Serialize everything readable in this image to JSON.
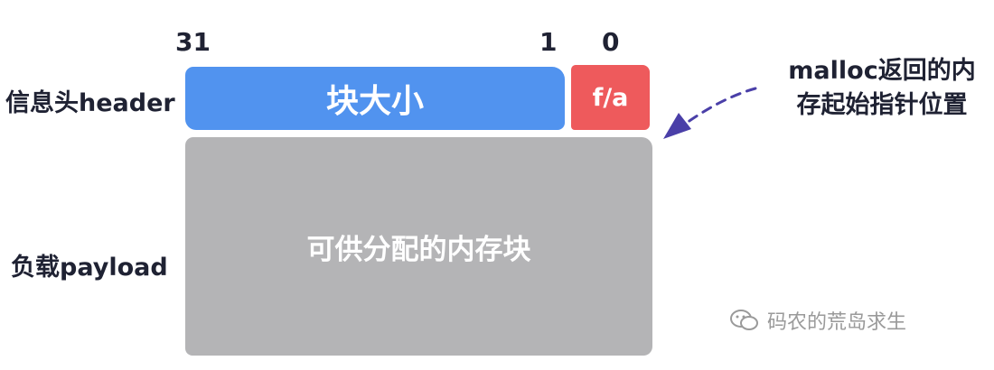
{
  "bits": {
    "high": "31",
    "one": "1",
    "zero": "0"
  },
  "labels": {
    "header": "信息头header",
    "payload": "负载payload"
  },
  "boxes": {
    "size": "块大小",
    "flag": "f/a",
    "payload": "可供分配的内存块"
  },
  "annotation": {
    "line1": "malloc返回的内",
    "line2": "存起始指针位置"
  },
  "watermark": "码农的荒岛求生",
  "colors": {
    "size_box": "#5193ef",
    "flag_box": "#ee5a5c",
    "payload_box": "#b4b4b6",
    "arrow": "#4a3fa8",
    "text": "#1f2233"
  }
}
